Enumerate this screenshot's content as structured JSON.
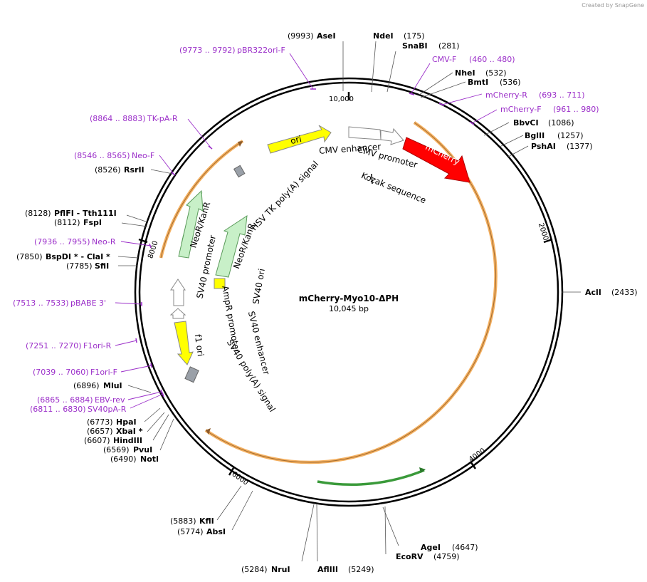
{
  "credit": "Created by SnapGene",
  "plasmid": {
    "name": "mCherry-Myo10-ΔPH",
    "size": "10,045 bp"
  },
  "ticks": [
    "10,000",
    "2000",
    "4000",
    "6000",
    "8000"
  ],
  "enzymes": [
    {
      "pos": "(9993)",
      "name": "AseI"
    },
    {
      "name": "NdeI",
      "pos": "(175)"
    },
    {
      "name": "SnaBI",
      "pos": "(281)"
    },
    {
      "name": "NheI",
      "pos": "(532)"
    },
    {
      "name": "BmtI",
      "pos": "(536)"
    },
    {
      "name": "BbvCI",
      "pos": "(1086)"
    },
    {
      "name": "BglII",
      "pos": "(1257)"
    },
    {
      "name": "PshAI",
      "pos": "(1377)"
    },
    {
      "name": "AclI",
      "pos": "(2433)"
    },
    {
      "name": "AgeI",
      "pos": "(4647)"
    },
    {
      "name": "EcoRV",
      "pos": "(4759)"
    },
    {
      "name": "AflIII",
      "pos": "(5249)"
    },
    {
      "pos": "(5284)",
      "name": "NruI"
    },
    {
      "pos": "(5774)",
      "name": "AbsI"
    },
    {
      "pos": "(5883)",
      "name": "KflI"
    },
    {
      "pos": "(6490)",
      "name": "NotI"
    },
    {
      "pos": "(6569)",
      "name": "PvuI"
    },
    {
      "pos": "(6607)",
      "name": "HindIII"
    },
    {
      "pos": "(6657)",
      "name": "XbaI *"
    },
    {
      "pos": "(6773)",
      "name": "HpaI"
    },
    {
      "pos": "(6896)",
      "name": "MluI"
    },
    {
      "pos": "(7785)",
      "name": "SfiI"
    },
    {
      "pos": "(7850)",
      "name": "BspDI * - ClaI *"
    },
    {
      "pos": "(8112)",
      "name": "FspI"
    },
    {
      "pos": "(8128)",
      "name": "PflFI  - Tth111I"
    },
    {
      "pos": "(8526)",
      "name": "RsrII"
    }
  ],
  "primers": [
    {
      "range": "(9773 .. 9792)",
      "name": "pBR322ori-F"
    },
    {
      "name": "CMV-F",
      "range": "(460 .. 480)"
    },
    {
      "name": "mCherry-R",
      "range": "(693 .. 711)"
    },
    {
      "name": "mCherry-F",
      "range": "(961 .. 980)"
    },
    {
      "range": "(8864 .. 8883)",
      "name": "TK-pA-R"
    },
    {
      "range": "(8546 .. 8565)",
      "name": "Neo-F"
    },
    {
      "range": "(7936 .. 7955)",
      "name": "Neo-R"
    },
    {
      "range": "(7513 .. 7533)",
      "name": "pBABE 3'"
    },
    {
      "range": "(7251 .. 7270)",
      "name": "F1ori-R"
    },
    {
      "range": "(7039 .. 7060)",
      "name": "F1ori-F"
    },
    {
      "range": "(6865 .. 6884)",
      "name": "EBV-rev"
    },
    {
      "range": "(6811 .. 6830)",
      "name": "SV40pA-R"
    }
  ],
  "features": {
    "ori": "ori",
    "cmv_enhancer": "CMV enhancer",
    "cmv_promoter": "CMV promoter",
    "kozak": "Kozak sequence",
    "mcherry": "mCherry",
    "hsv_tk": "HSV TK poly(A) signal",
    "neor_outer": "NeoR/KanR",
    "neor_inner": "NeoR/KanR",
    "sv40_promoter": "SV40 promoter",
    "sv40_ori": "SV40 ori",
    "sv40_enhancer": "SV40 enhancer",
    "ampr_promoter": "AmpR promoter",
    "f1_ori": "f1 ori",
    "sv40_polya": "SV40 poly(A) signal"
  },
  "colors": {
    "backbone": "#000000",
    "orf": "#f4a460",
    "orf_arrow": "#8b5a2b",
    "orf_green": "#4caf50",
    "mcherry": "#ff0000",
    "ori": "#ffff00",
    "neor": "#c8f0c8",
    "primer": "#9b2fc9",
    "gray_box": "#9aa0a8"
  }
}
